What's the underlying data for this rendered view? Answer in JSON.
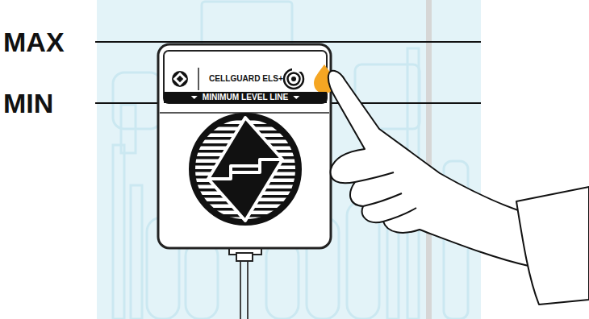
{
  "diagram": {
    "nodes": [
      {
        "text": [
          "CELLGUARD ELS+"
        ]
      },
      {
        "text": [
          "MINIMUM LEVEL LINE"
        ],
        "in": 0
      }
    ],
    "labels": [
      "MAX",
      "MIN"
    ]
  }
}
